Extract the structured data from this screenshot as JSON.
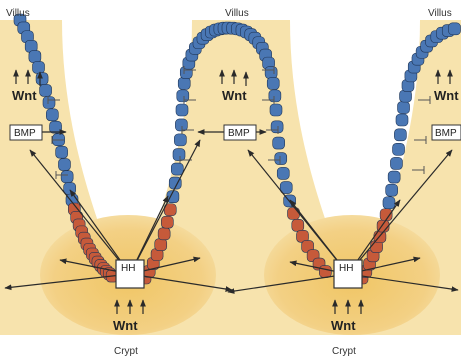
{
  "labels": {
    "villus": "Villus",
    "crypt": "Crypt",
    "wnt": "Wnt",
    "bmp": "BMP",
    "hh": "HH"
  },
  "colors": {
    "mesenchyme": "#f6e1a6",
    "crypt_glow": "#eec36a",
    "villus_cell": "#4a77b4",
    "crypt_cell": "#c65a3a",
    "signal_box": "#ffffff",
    "arrow": "#2a2a2a"
  }
}
